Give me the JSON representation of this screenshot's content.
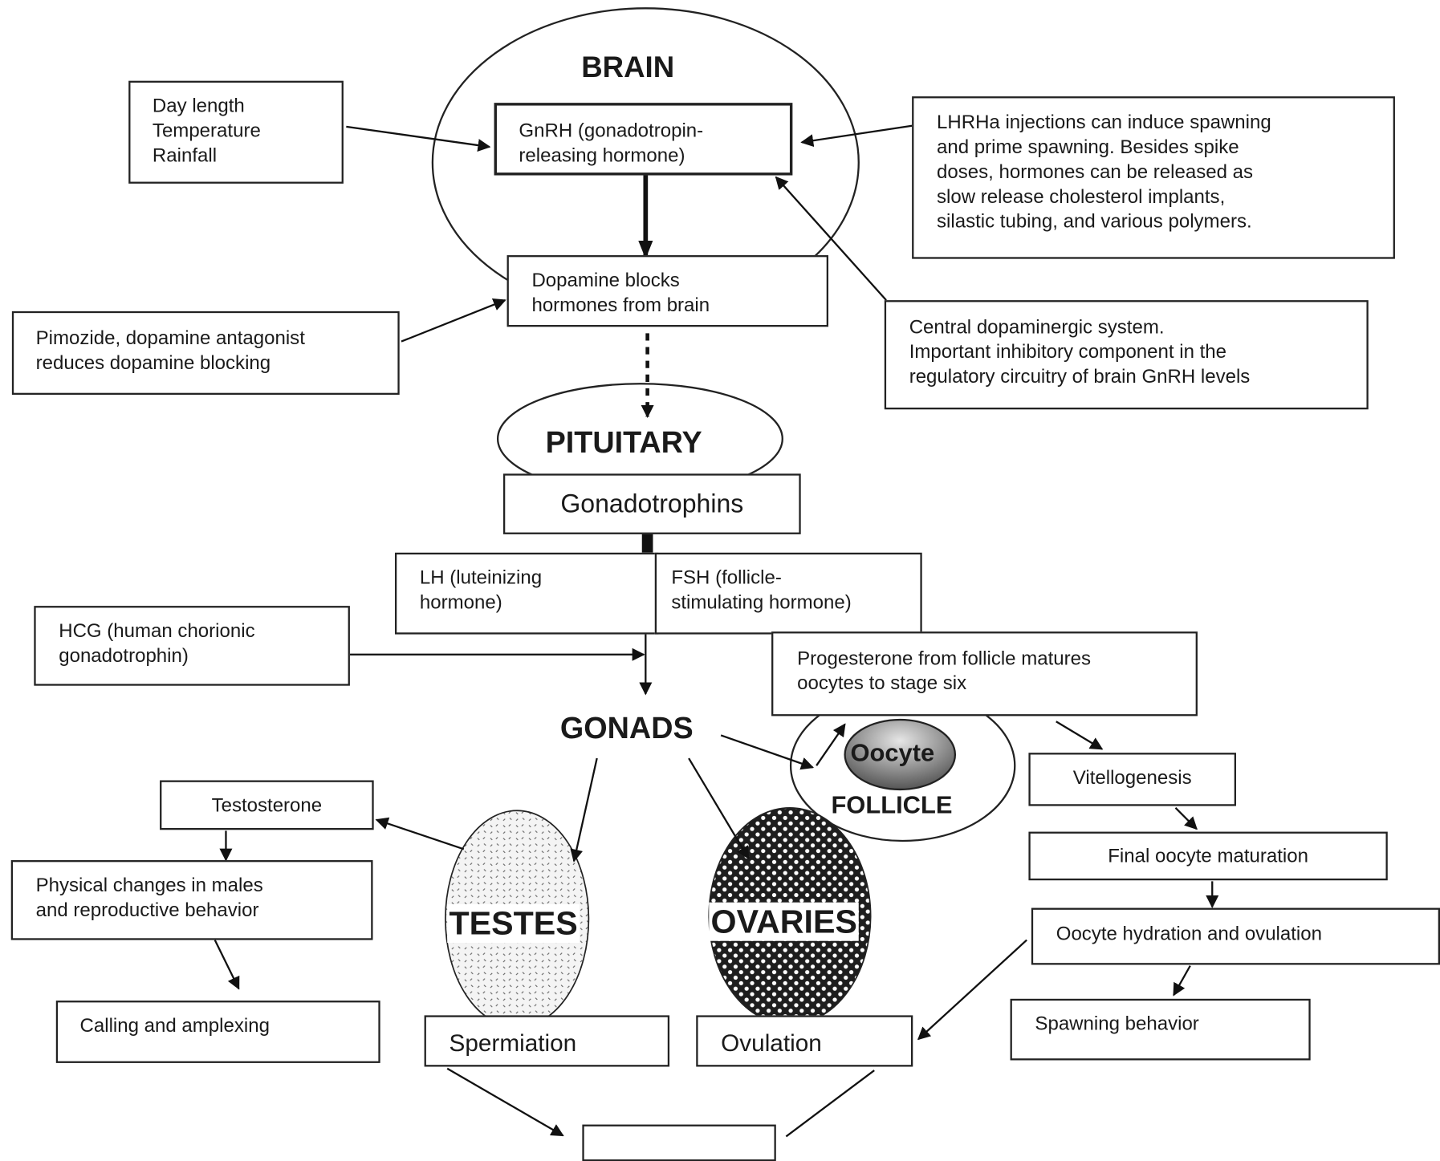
{
  "diagram": {
    "organs": {
      "brain": "BRAIN",
      "pituitary": "PITUITARY",
      "gonads": "GONADS",
      "testes": "TESTES",
      "ovaries": "OVARIES",
      "follicle": "FOLLICLE",
      "oocyte": "Oocyte"
    },
    "boxes": {
      "environmental_cues": "Day length\nTemperature\nRainfall",
      "gnrh": "GnRH (gonadotropin-\nreleasing hormone)",
      "lhrha": "LHRHa injections can induce spawning\nand prime spawning.  Besides spike\ndoses, hormones can be released as\nslow release cholesterol implants,\nsilastic tubing, and various polymers.",
      "dopamine": "Dopamine blocks\nhormones from brain",
      "pimozide": "Pimozide, dopamine antagonist\nreduces dopamine blocking",
      "central_dopaminergic": "Central dopaminergic system.\nImportant inhibitory component in the\nregulatory circuitry of brain GnRH levels",
      "gonadotrophins": "Gonadotrophins",
      "lh": "LH (luteinizing\nhormone)",
      "fsh": "FSH (follicle-\nstimulating hormone)",
      "hcg": "HCG (human chorionic\ngonadotrophin)",
      "progesterone": "Progesterone from follicle matures\noocytes to stage six",
      "vitellogenesis": "Vitellogenesis",
      "final_maturation": "Final oocyte maturation",
      "hydration_ovulation": "Oocyte hydration and ovulation",
      "spawning_behavior": "Spawning behavior",
      "testosterone": "Testosterone",
      "physical_changes": "Physical changes in males\nand reproductive behavior",
      "calling": "Calling and amplexing",
      "spermiation": "Spermiation",
      "ovulation": "Ovulation",
      "bottom_box": ""
    }
  }
}
